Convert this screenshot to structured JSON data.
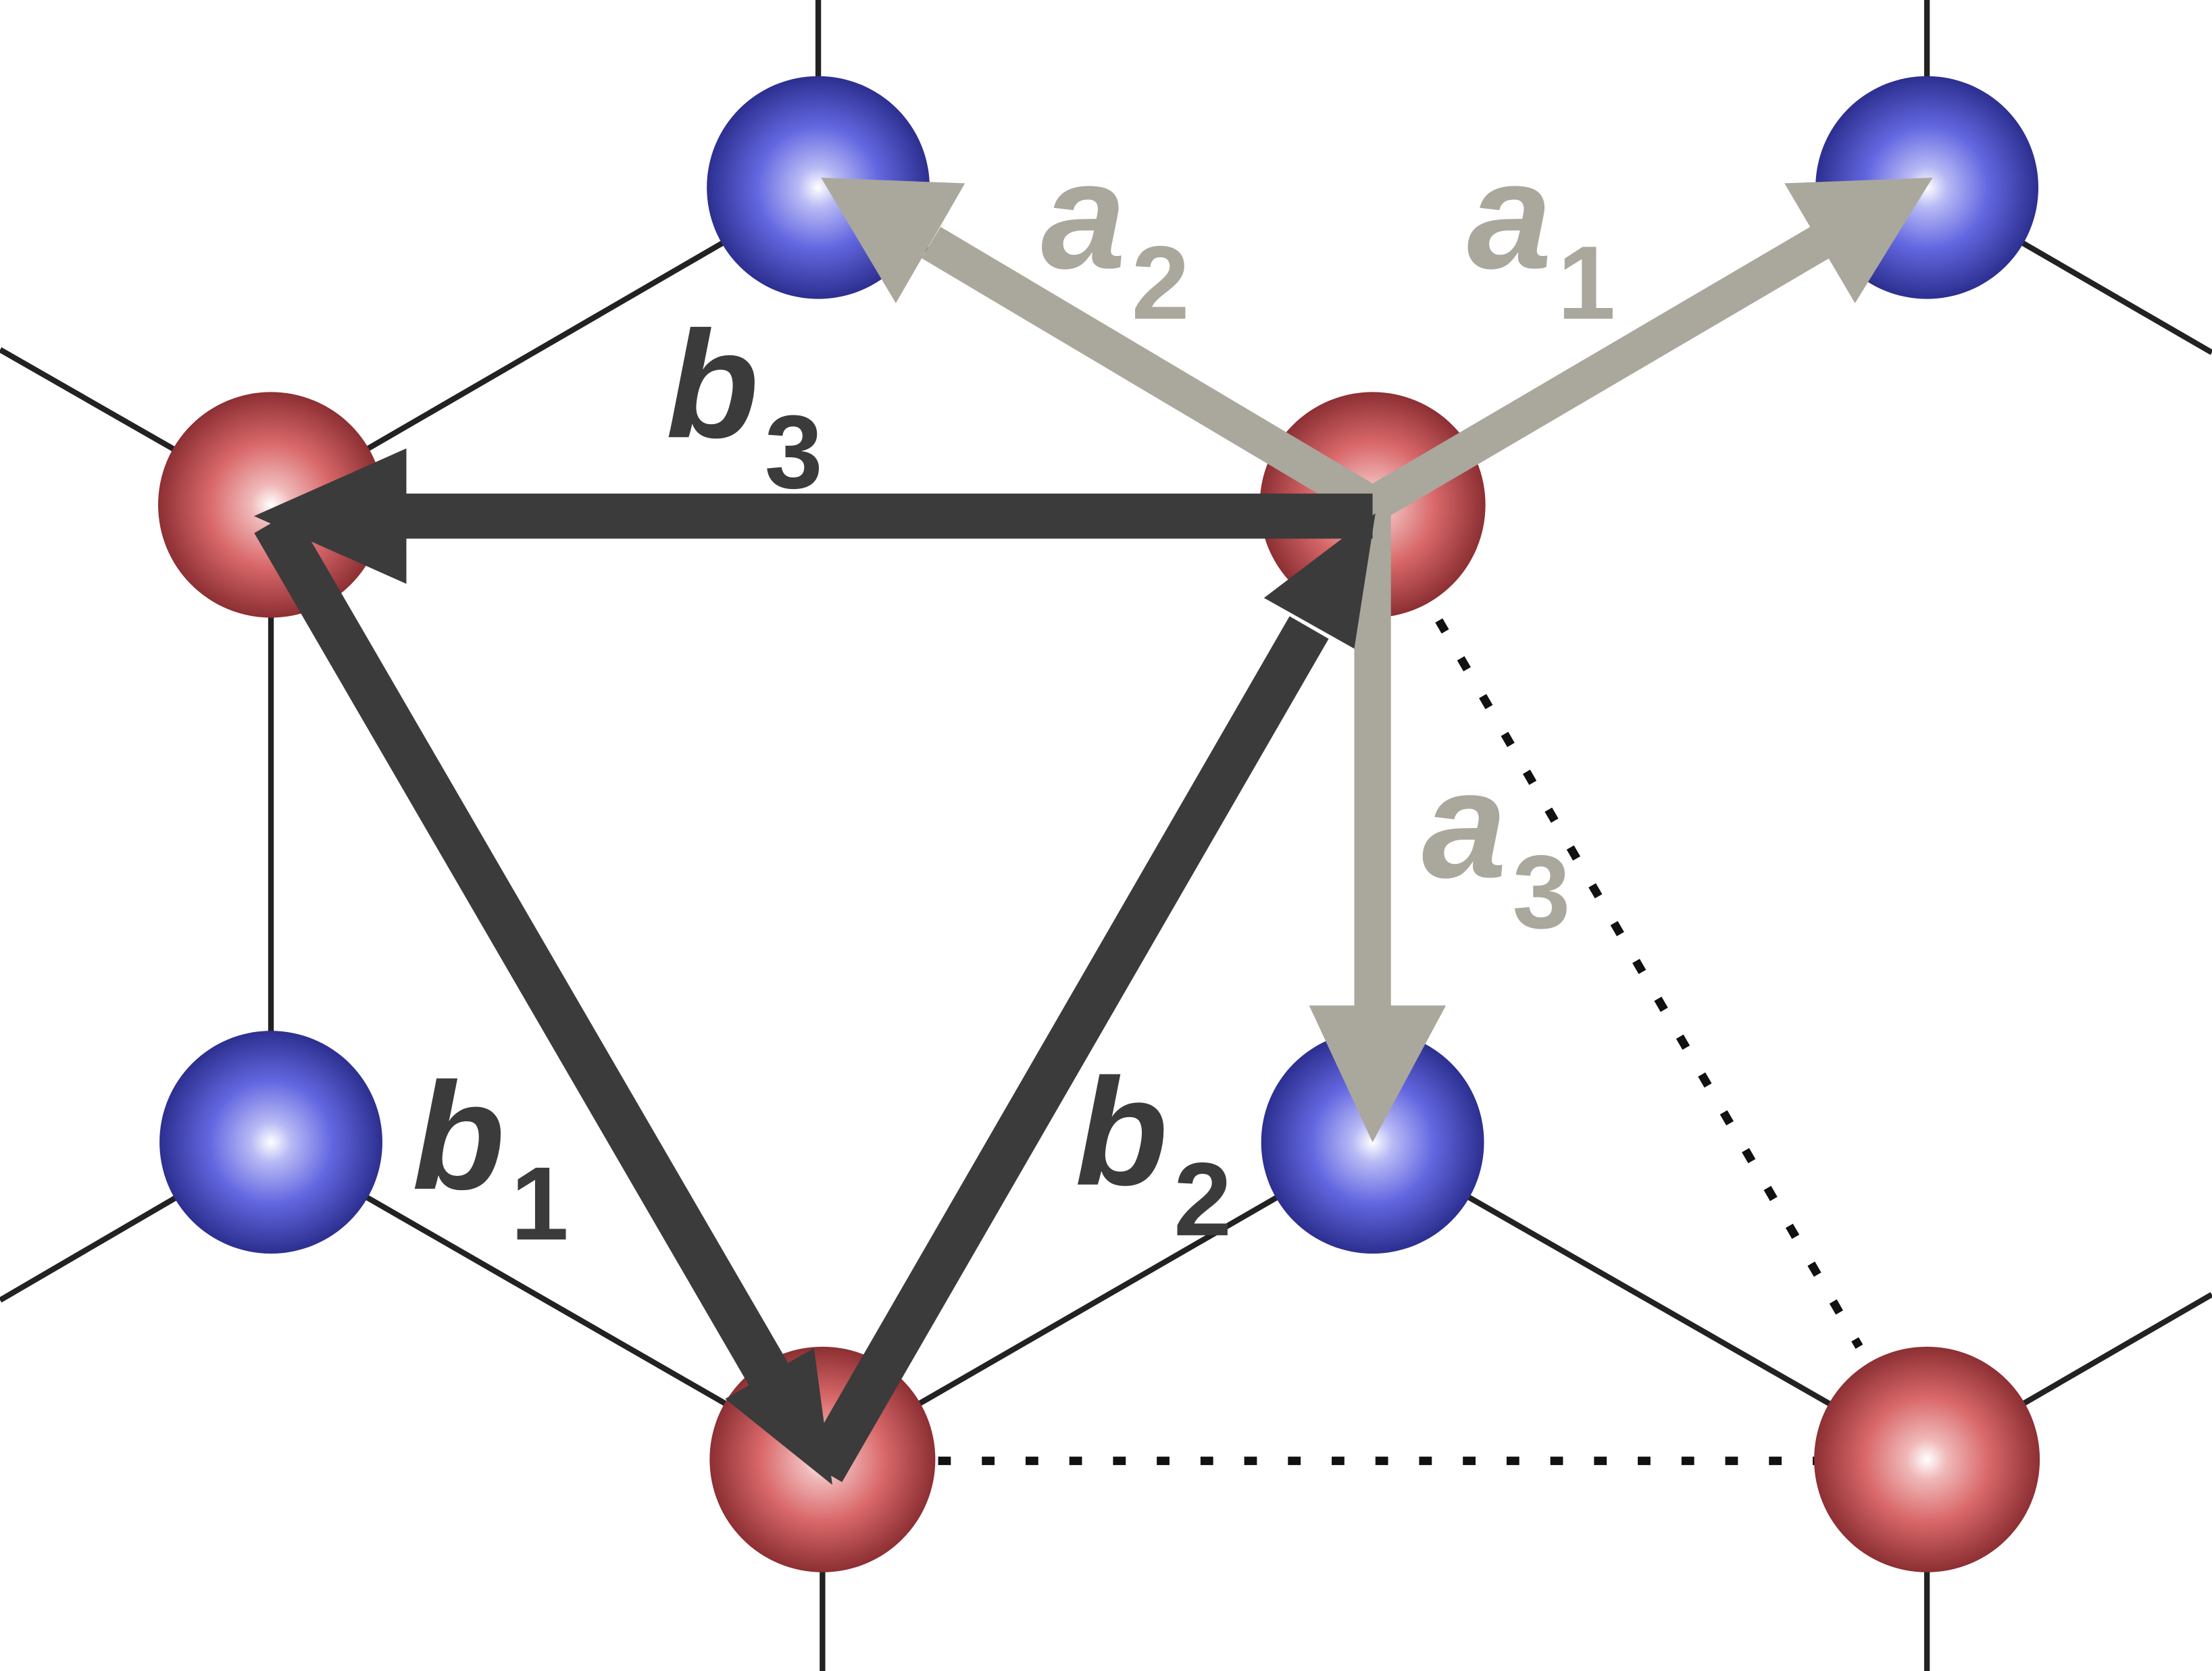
{
  "diagram": {
    "colors": {
      "background": "#ffffff",
      "bond": "#222222",
      "neighbor_link": "#111111",
      "a_vector": "#aaa79c",
      "b_vector": "#3b3b3b",
      "atom_a": "#cf5b5e",
      "atom_b": "#5a5fd8"
    },
    "atom_types": {
      "red": "sublattice-A",
      "blue": "sublattice-B"
    },
    "labels": {
      "a1": {
        "letter": "a",
        "sub": "1"
      },
      "a2": {
        "letter": "a",
        "sub": "2"
      },
      "a3": {
        "letter": "a",
        "sub": "3"
      },
      "b1": {
        "letter": "b",
        "sub": "1"
      },
      "b2": {
        "letter": "b",
        "sub": "2"
      },
      "b3": {
        "letter": "b",
        "sub": "3"
      }
    }
  }
}
